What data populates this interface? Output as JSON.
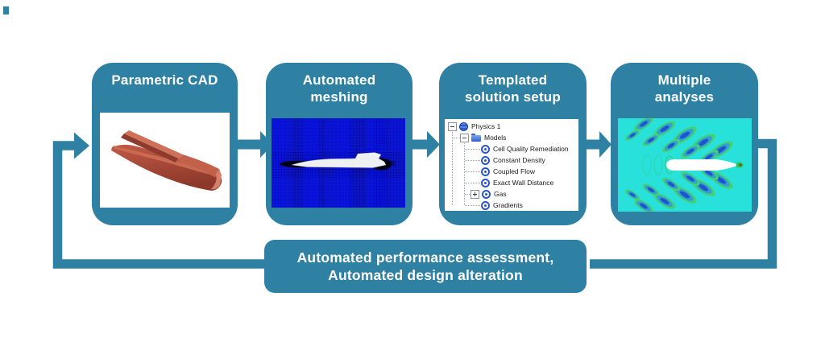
{
  "colors": {
    "teal": "#2E81A3",
    "mesh_blue": "#0a14dc",
    "cfd_cyan": "#27E1DA",
    "hull_red": "#b5513f"
  },
  "steps": [
    {
      "id": "parametric-cad",
      "lines": [
        "Parametric CAD",
        ""
      ]
    },
    {
      "id": "automated-meshing",
      "lines": [
        "Automated",
        "meshing"
      ]
    },
    {
      "id": "templated-solution-setup",
      "lines": [
        "Templated",
        "solution setup"
      ]
    },
    {
      "id": "multiple-analyses",
      "lines": [
        "Multiple",
        "analyses"
      ]
    }
  ],
  "solution_tree": {
    "items": [
      {
        "label": "Physics 1",
        "icon": "physics-continuum",
        "toggle": "collapse"
      },
      {
        "label": "Models",
        "icon": "models-folder",
        "toggle": "collapse"
      },
      {
        "label": "Cell Quality Remediation",
        "icon": "model-node",
        "toggle": "none"
      },
      {
        "label": "Constant Density",
        "icon": "model-node",
        "toggle": "none"
      },
      {
        "label": "Coupled Flow",
        "icon": "model-node",
        "toggle": "none"
      },
      {
        "label": "Exact Wall Distance",
        "icon": "model-node",
        "toggle": "none"
      },
      {
        "label": "Gas",
        "icon": "model-node",
        "toggle": "expand"
      },
      {
        "label": "Gradients",
        "icon": "model-node",
        "toggle": "none"
      }
    ]
  },
  "feedback_box": {
    "lines": [
      "Automated performance assessment,",
      "Automated design alteration"
    ]
  }
}
